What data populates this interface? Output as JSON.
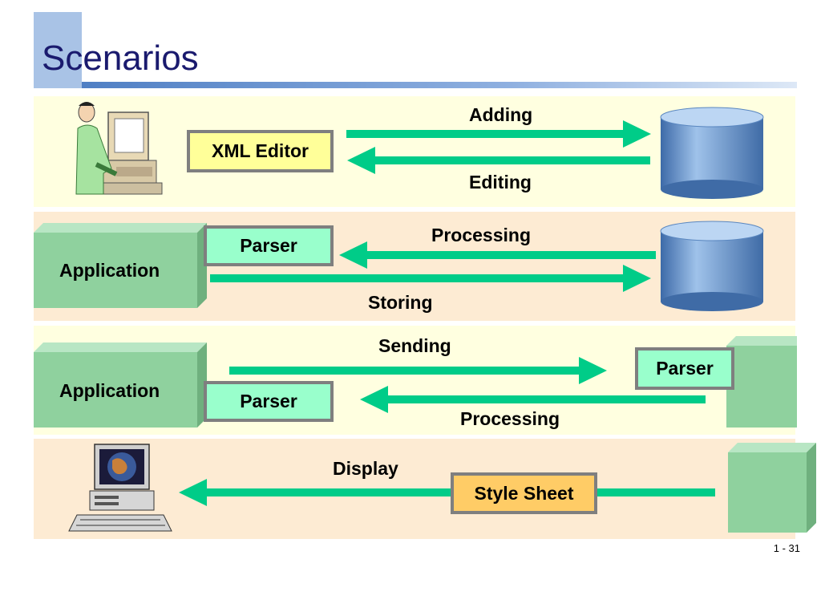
{
  "title": "Scenarios",
  "page_number": "1 - 31",
  "colors": {
    "title": "#1a1a6e",
    "band_yellow": "#ffffe0",
    "band_peach": "#fdebd3",
    "arrow": "#00cc88",
    "box_green": "#99ffcc",
    "box_yellow": "#ffff99",
    "box_orange": "#ffcc66",
    "block_green": "#8fd19e",
    "cylinder_blue": "#5a87c0"
  },
  "scenario1": {
    "icon": "person-at-computer-icon",
    "editor_label": "XML Editor",
    "top_arrow_label": "Adding",
    "bottom_arrow_label": "Editing",
    "store_icon": "database-icon"
  },
  "scenario2": {
    "app_label": "Application",
    "parser_label": "Parser",
    "top_arrow_label": "Processing",
    "bottom_arrow_label": "Storing",
    "store_icon": "database-icon"
  },
  "scenario3": {
    "app_label": "Application",
    "parser_label": "Parser",
    "remote_parser_label": "Parser",
    "top_arrow_label": "Sending",
    "bottom_arrow_label": "Processing"
  },
  "scenario4": {
    "icon": "desktop-computer-icon",
    "arrow_label": "Display",
    "stylesheet_label": "Style Sheet"
  }
}
